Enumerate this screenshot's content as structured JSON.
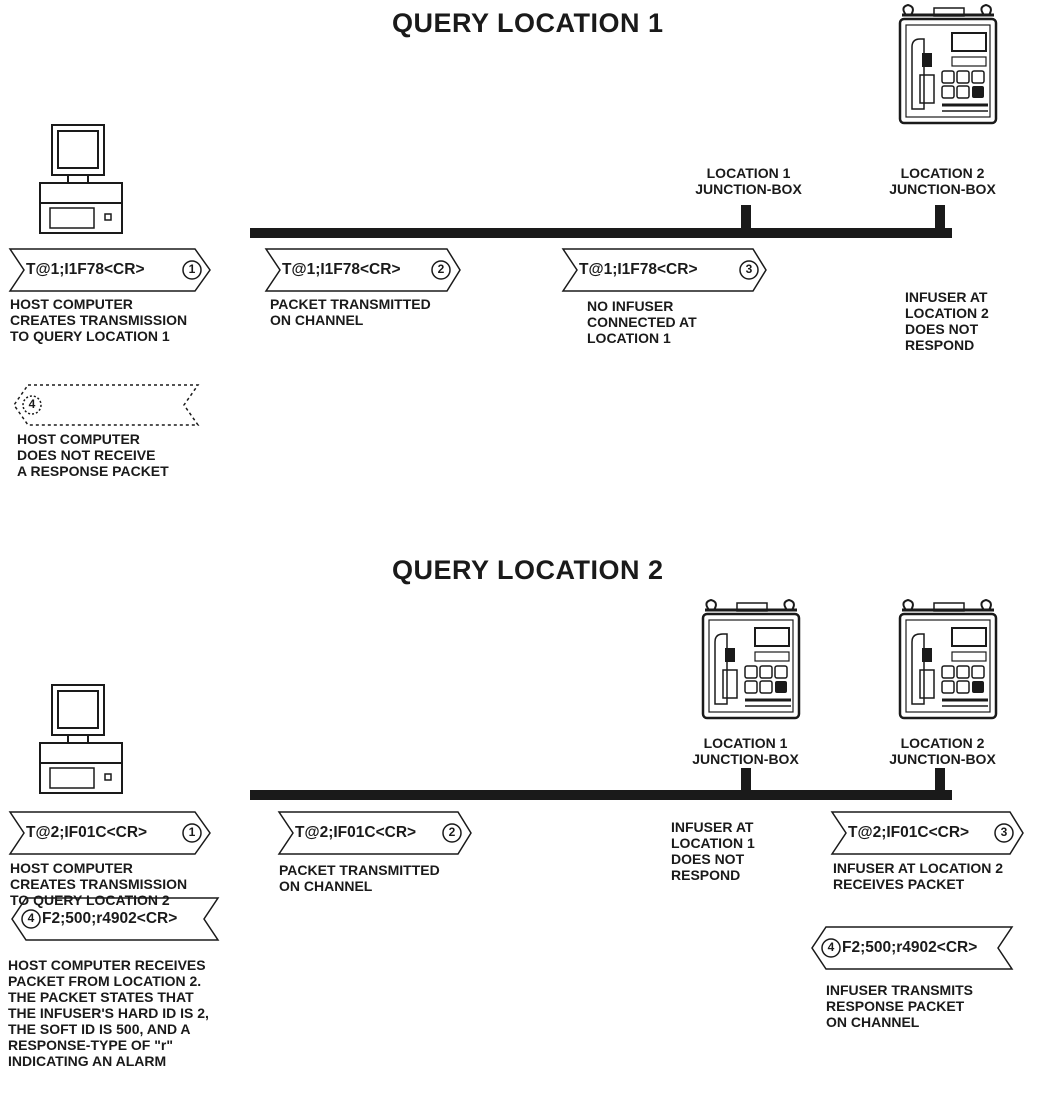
{
  "q1": {
    "title": "QUERY LOCATION 1",
    "junction1_label": "LOCATION 1\nJUNCTION-BOX",
    "junction2_label": "LOCATION 2\nJUNCTION-BOX",
    "packet_host": "T@1;I1F78<CR>",
    "packet_host_step": "1",
    "packet_channel": "T@1;I1F78<CR>",
    "packet_channel_step": "2",
    "packet_loc1": "T@1;I1F78<CR>",
    "packet_loc1_step": "3",
    "response_step": "4",
    "caption_host": "HOST COMPUTER\nCREATES TRANSMISSION\nTO QUERY LOCATION 1",
    "caption_channel": "PACKET TRANSMITTED\nON CHANNEL",
    "caption_loc1": "NO INFUSER\nCONNECTED AT\nLOCATION 1",
    "caption_loc2": "INFUSER AT\nLOCATION 2\nDOES NOT\nRESPOND",
    "caption_no_response": "HOST COMPUTER\nDOES NOT RECEIVE\nA RESPONSE PACKET"
  },
  "q2": {
    "title": "QUERY LOCATION 2",
    "junction1_label": "LOCATION 1\nJUNCTION-BOX",
    "junction2_label": "LOCATION 2\nJUNCTION-BOX",
    "packet_host": "T@2;IF01C<CR>",
    "packet_host_step": "1",
    "packet_channel": "T@2;IF01C<CR>",
    "packet_channel_step": "2",
    "packet_loc2": "T@2;IF01C<CR>",
    "packet_loc2_step": "3",
    "response_host": "F2;500;r4902<CR>",
    "response_host_step": "4",
    "response_infuser": "F2;500;r4902<CR>",
    "response_infuser_step": "4",
    "caption_host": "HOST COMPUTER\nCREATES TRANSMISSION\nTO QUERY LOCATION 2",
    "caption_channel": "PACKET TRANSMITTED\nON CHANNEL",
    "caption_loc1": "INFUSER AT\nLOCATION 1\nDOES NOT\nRESPOND",
    "caption_loc2": "INFUSER AT LOCATION 2\nRECEIVES PACKET",
    "caption_host_receives": "HOST COMPUTER RECEIVES\nPACKET FROM LOCATION 2.\nTHE PACKET STATES THAT\nTHE INFUSER'S HARD ID IS 2,\nTHE SOFT ID IS 500, AND A\nRESPONSE-TYPE OF \"r\"\nINDICATING AN ALARM",
    "caption_infuser_transmits": "INFUSER TRANSMITS\nRESPONSE PACKET\nON CHANNEL"
  }
}
